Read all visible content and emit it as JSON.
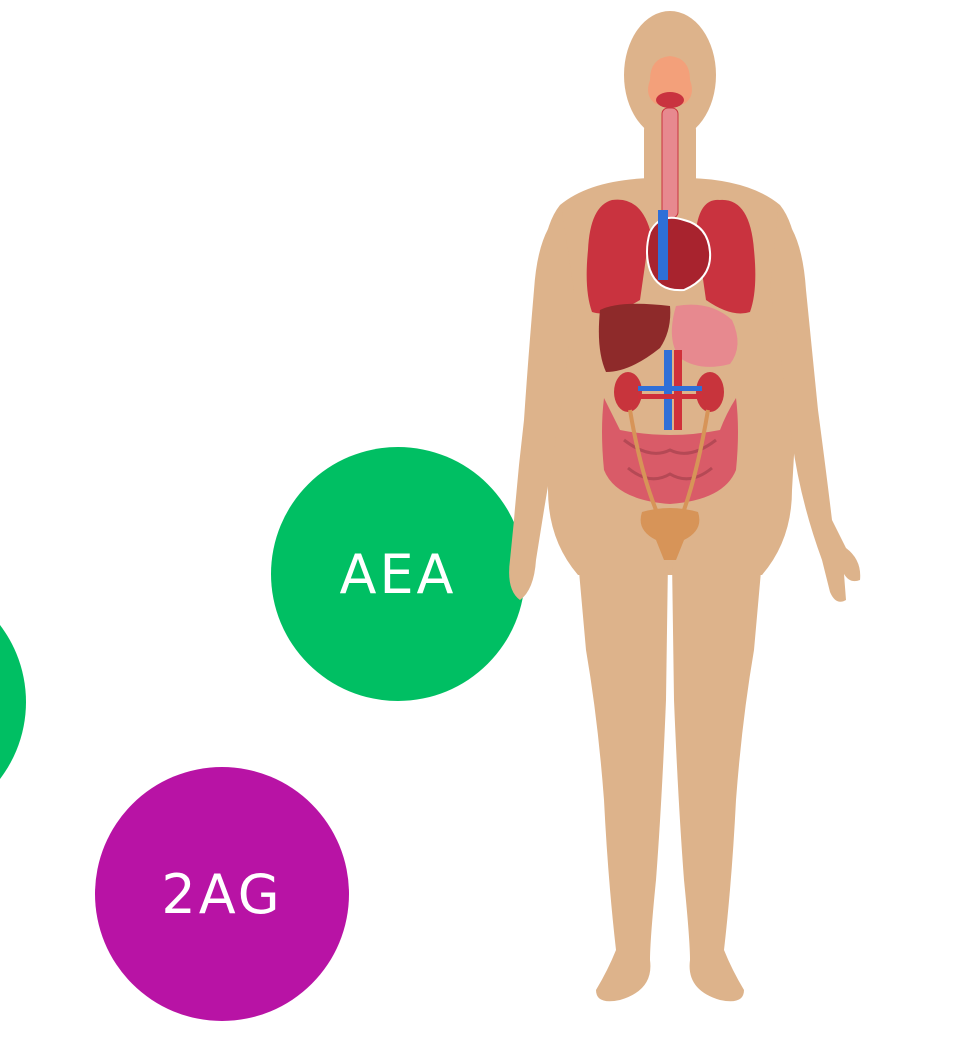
{
  "colors": {
    "green": "#00BF63",
    "purple": "#B813A5",
    "skin": "#DDB38B",
    "skin_shade": "#CFA37A",
    "lung": "#C9333F",
    "heart": "#A8232E",
    "liver": "#8E2A2A",
    "stomach": "#E7898F",
    "intestine": "#D95B68",
    "kidney": "#C8343C",
    "vein": "#2F6FD8",
    "artery": "#D0303A",
    "bladder": "#D79458",
    "nasal": "#F3A07A"
  },
  "bubbles": {
    "aea": {
      "label": "AEA",
      "color": "#00BF63"
    },
    "two_ag": {
      "label": "2AG",
      "color": "#B813A5"
    },
    "partial": {
      "label": "",
      "color": "#00BF63"
    }
  },
  "figure": {
    "icon": "human-body-organs-illustration"
  }
}
